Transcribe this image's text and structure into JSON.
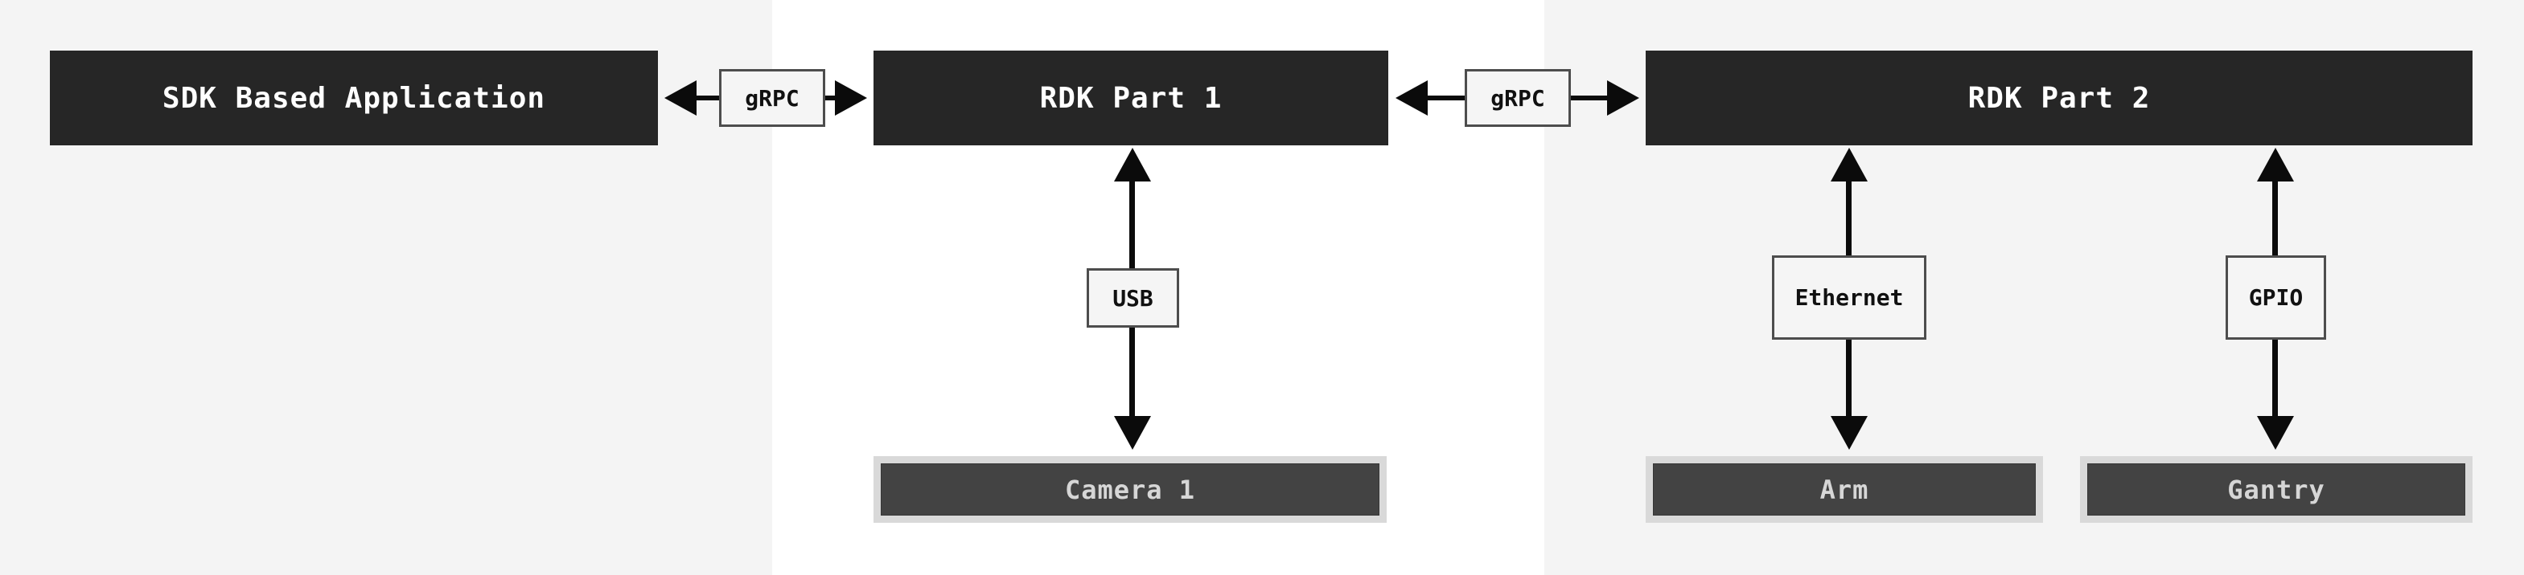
{
  "diagram": {
    "nodes": {
      "sdk_app": {
        "label": "SDK Based Application"
      },
      "rdk_part1": {
        "label": "RDK Part 1"
      },
      "rdk_part2": {
        "label": "RDK Part 2"
      },
      "camera1": {
        "label": "Camera 1"
      },
      "arm": {
        "label": "Arm"
      },
      "gantry": {
        "label": "Gantry"
      }
    },
    "edge_labels": {
      "grpc_left": {
        "label": "gRPC"
      },
      "grpc_right": {
        "label": "gRPC"
      },
      "usb": {
        "label": "USB"
      },
      "ethernet": {
        "label": "Ethernet"
      },
      "gpio": {
        "label": "GPIO"
      }
    },
    "edges": [
      {
        "from": "sdk_app",
        "to": "rdk_part1",
        "label": "gRPC",
        "direction": "bidirectional"
      },
      {
        "from": "rdk_part1",
        "to": "rdk_part2",
        "label": "gRPC",
        "direction": "bidirectional"
      },
      {
        "from": "rdk_part1",
        "to": "camera1",
        "label": "USB",
        "direction": "bidirectional"
      },
      {
        "from": "rdk_part2",
        "to": "arm",
        "label": "Ethernet",
        "direction": "bidirectional"
      },
      {
        "from": "rdk_part2",
        "to": "gantry",
        "label": "GPIO",
        "direction": "bidirectional"
      }
    ],
    "colors": {
      "panel_gray": "#f4f4f4",
      "panel_white": "#ffffff",
      "node_dark_fill": "#262626",
      "node_dark_text": "#ffffff",
      "hardware_fill": "#434343",
      "hardware_frame": "#d9d9d9",
      "hardware_text": "#d6d6d6",
      "label_fill": "#f5f5f5",
      "label_border": "#4d4d4d",
      "arrow": "#0b0b0b"
    }
  }
}
